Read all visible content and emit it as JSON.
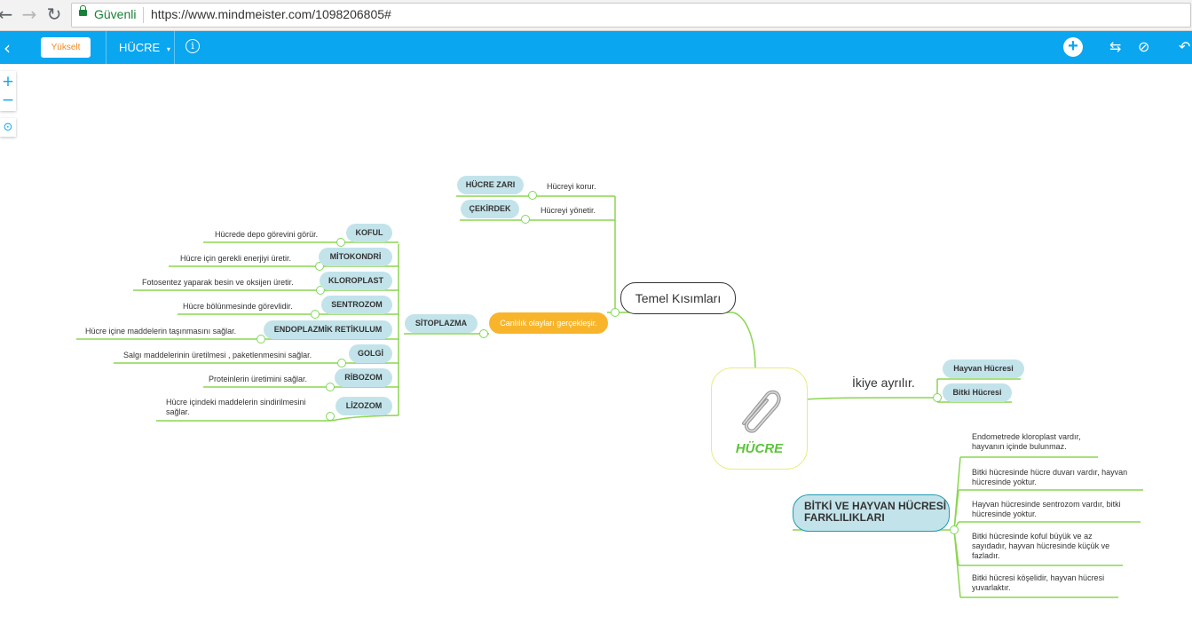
{
  "browser": {
    "secure_label": "Güvenli",
    "url": "https://www.mindmeister.com/1098206805#"
  },
  "appbar": {
    "upgrade_label": "Yükselt",
    "map_title": "HÜCRE",
    "info_icon_glyph": "i"
  },
  "zoom": {
    "plus": "+",
    "minus": "−"
  },
  "map": {
    "central_title": "HÜCRE",
    "temel": "Temel Kısımları",
    "sitoplazma": "SİTOPLAZMA",
    "canlilik": "Canlılık olayları gerçekleşir.",
    "hucre_zari": "HÜCRE ZARI",
    "hucre_zari_note": "Hücreyi korur.",
    "cekirdek": "ÇEKİRDEK",
    "cekirdek_note": "Hücreyi yönetir.",
    "organelles": [
      {
        "name": "KOFUL",
        "note": "Hücrede depo görevini görür."
      },
      {
        "name": "MİTOKONDRİ",
        "note": "Hücre için gerekli enerjiyi üretir."
      },
      {
        "name": "KLOROPLAST",
        "note": "Fotosentez yaparak besin ve oksijen üretir."
      },
      {
        "name": "SENTROZOM",
        "note": "Hücre bölünmesinde görevlidir."
      },
      {
        "name": "ENDOPLAZMİK RETİKULUM",
        "note": "Hücre içine maddelerin taşınmasını sağlar."
      },
      {
        "name": "GOLGİ",
        "note": "Salgı maddelerinin üretilmesi , paketlenmesini sağlar."
      },
      {
        "name": "RİBOZOM",
        "note": "Proteinlerin üretimini sağlar."
      },
      {
        "name": "LİZOZOM",
        "note": "Hücre içindeki maddelerin sindirilmesini sağlar."
      }
    ],
    "ikiye": "İkiye ayrılır.",
    "hayvan": "Hayvan Hücresi",
    "bitki": "Bitki Hücresi",
    "farklar_title": "BİTKİ VE HAYVAN HÜCRESİ FARKLILIKLARI",
    "farklar": [
      "Endometrede kloroplast vardır, hayvanın içinde bulunmaz.",
      "Bitki hücresinde hücre duvarı vardır, hayvan hücresinde yoktur.",
      "Hayvan hücresinde sentrozom vardır, bitki hücresinde yoktur.",
      "Bitki hücresinde koful büyük ve az sayıdadır, hayvan hücresinde küçük ve fazladır.",
      "Bitki hücresi köşelidir, hayvan hücresi yuvarlaktır."
    ]
  }
}
